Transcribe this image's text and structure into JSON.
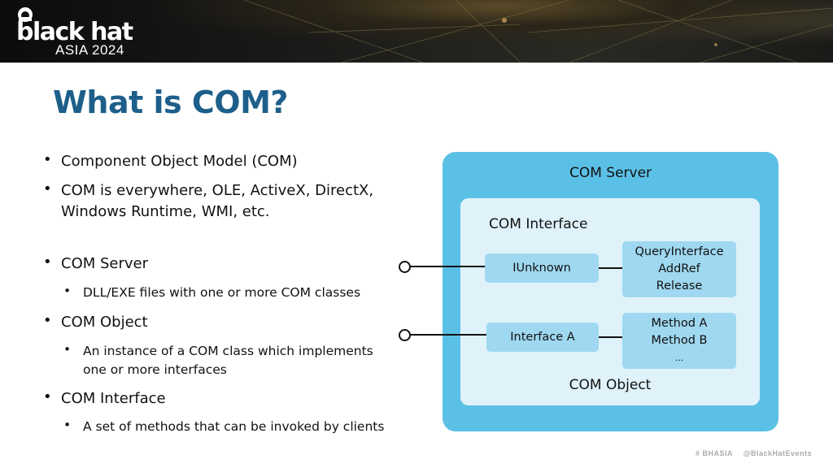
{
  "banner": {
    "brand": "black hat",
    "event": "ASIA 2024"
  },
  "slide": {
    "title": "What is COM?",
    "bullets": [
      {
        "level": 1,
        "text": "Component Object Model (COM)"
      },
      {
        "level": 1,
        "text": "COM is everywhere, OLE, ActiveX, DirectX,",
        "text2": "Windows Runtime, WMI, etc."
      },
      {
        "level": 1,
        "text": "COM Server"
      },
      {
        "level": 2,
        "text": "DLL/EXE files with one or more COM classes"
      },
      {
        "level": 1,
        "text": "COM Object"
      },
      {
        "level": 2,
        "text": "An instance of a COM class which implements",
        "text2": "one or more interfaces"
      },
      {
        "level": 1,
        "text": "COM Interface"
      },
      {
        "level": 2,
        "text": "A set of methods that can be invoked by clients"
      }
    ],
    "bullet_glyph": "•"
  },
  "diagram": {
    "server_label": "COM Server",
    "interface_label": "COM Interface",
    "object_label": "COM Object",
    "iunknown": "IUnknown",
    "iunknown_methods": [
      "QueryInterface",
      "AddRef",
      "Release"
    ],
    "interface_a": "Interface A",
    "interface_a_methods": [
      "Method A",
      "Method B",
      "..."
    ],
    "colors": {
      "server": "#5bc0e6",
      "object": "#dff2fa",
      "box": "#9fd8f0",
      "title": "#1d5f8a"
    }
  },
  "footer": {
    "hashtag": "# BHASIA",
    "handle": "@BlackHatEvents"
  }
}
